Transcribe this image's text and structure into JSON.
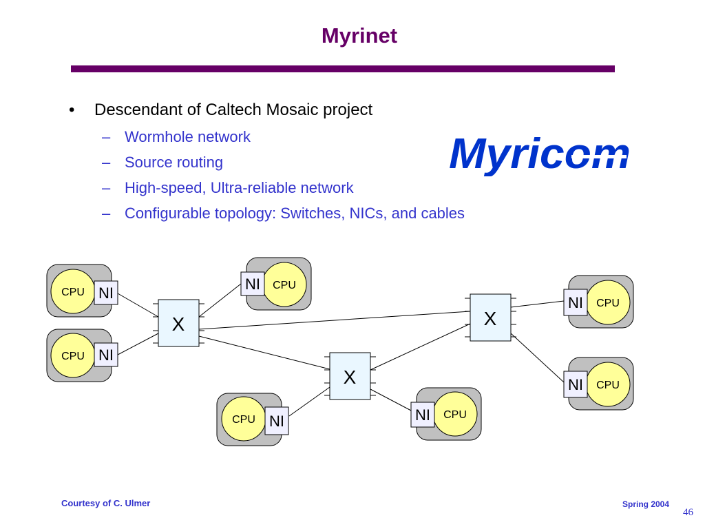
{
  "title": "Myrinet",
  "bullets": {
    "main": {
      "marker": "•",
      "text": "Descendant of Caltech Mosaic project"
    },
    "subs": [
      {
        "marker": "–",
        "text": "Wormhole network"
      },
      {
        "marker": "–",
        "text": "Source routing"
      },
      {
        "marker": "–",
        "text": "High-speed, Ultra-reliable network"
      },
      {
        "marker": "–",
        "text": "Configurable topology: Switches, NICs, and cables"
      }
    ]
  },
  "logo": {
    "text": "Myricom",
    "color": "#0033cc"
  },
  "diagram": {
    "cpu_label": "CPU",
    "ni_label": "NI",
    "switch_label": "X",
    "colors": {
      "host_fill": "#c0c0c0",
      "cpu_fill": "#ffff99",
      "ni_fill": "#f0f0ff",
      "switch_fill": "#eaf7ff"
    }
  },
  "footer": {
    "left": "Courtesy of C. Ulmer",
    "right": "Spring 2004",
    "page_number": "46"
  }
}
